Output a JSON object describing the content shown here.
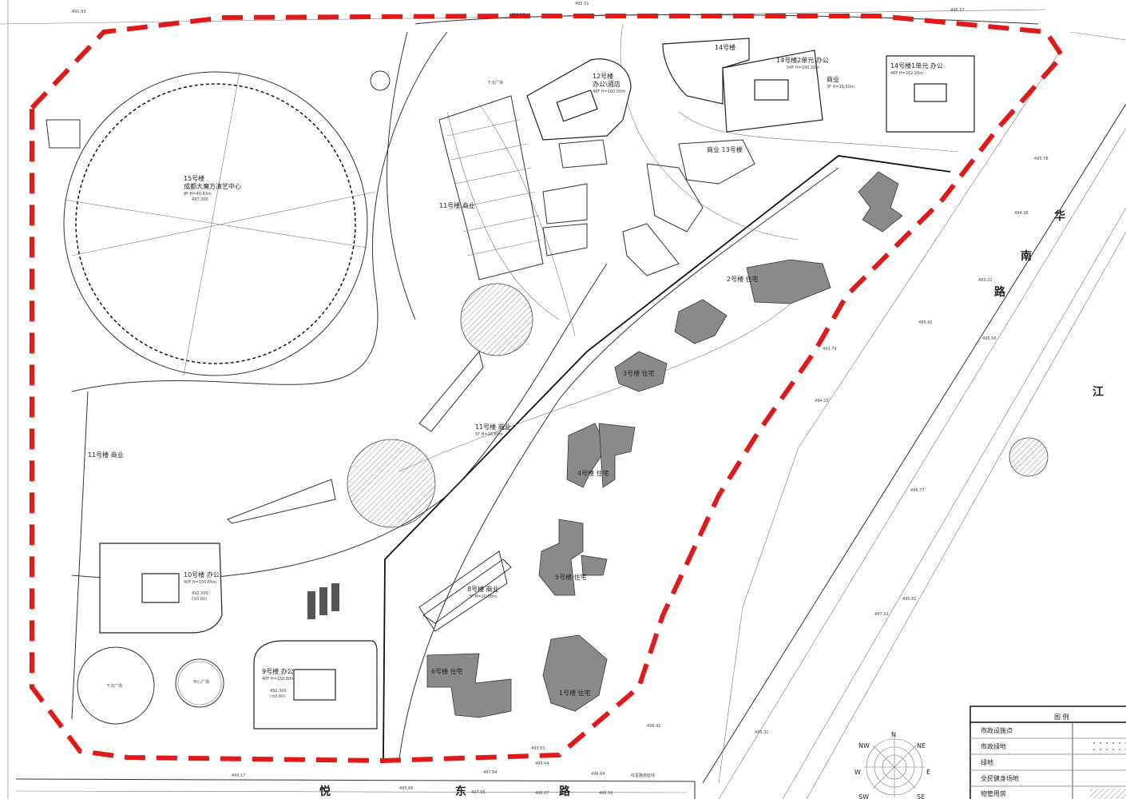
{
  "buildings": {
    "b15_name": "15号楼",
    "b15_use": "成都大魔方演艺中心",
    "b15_h": "8F H=40.63m",
    "b15_elev": "497.300",
    "b12_name": "12号楼",
    "b12_use": "办公\\酒店",
    "b12_h": "48F H=160.00m",
    "b14_name": "14号楼",
    "b14_2_name": "14号楼2单元 办公",
    "b14_2_h": "54F H=190.30m",
    "b14_1_name": "14号楼1单元 办公",
    "b14_1_h": "48F H=162.20m",
    "shop_a": "商业",
    "shop_a_h": "3F H=16.50m",
    "b13_name": "商业 13号楼",
    "b11_name_a": "11号楼 商业",
    "b11_name_b": "11号楼 商业",
    "b11_name_c": "11号楼 商业",
    "b11_h": "5F H=28.80m",
    "b10_name": "10号楼 办公",
    "b10_h": "40F H=150.85m",
    "b9_name": "9号楼 办公",
    "b9_h": "40F H=150.80m",
    "b8_name": "8号楼 商业",
    "b8_h": "3F H=20.00m",
    "b4_name": "4号楼 住宅",
    "b5_name": "5号楼 住宅",
    "b3_name": "3号楼 住宅",
    "b2_name": "2号楼 住宅",
    "b1_name": "1号楼 住宅",
    "b6_name": "6号楼 住宅",
    "plaza_a": "下沉广场",
    "plaza_b": "下沉广场",
    "plaza_c": "中心广场",
    "elev_std": "492.300",
    "elev_zero": "(±0.00)"
  },
  "roads": {
    "bottom": [
      "悦",
      "东",
      "路"
    ],
    "right": [
      "路",
      "南",
      "华",
      "江"
    ],
    "bottom_note": "红星路南延线"
  },
  "elevations": [
    "491.93",
    "492.15",
    "495.31",
    "496.37",
    "495.78",
    "494.36",
    "493.22",
    "495.56",
    "493.79",
    "494.23",
    "495.42",
    "496.77",
    "497.32",
    "495.82",
    "496.42",
    "495.31",
    "493.53",
    "495.44",
    "497.84",
    "496.64",
    "495.17",
    "495.66",
    "497.95",
    "496.07",
    "496.56"
  ],
  "legend": {
    "title": "图    例",
    "items": [
      "市政设施点",
      "市政绿地",
      "绿地",
      "全民健身场地",
      "物管用房"
    ]
  },
  "compass": {
    "n": "N",
    "ne": "NE",
    "e": "E",
    "se": "SE",
    "sw": "SW",
    "w": "W",
    "nw": "NW"
  },
  "colors": {
    "boundary": "#e01a1a",
    "residential": "#8a8a8a"
  }
}
